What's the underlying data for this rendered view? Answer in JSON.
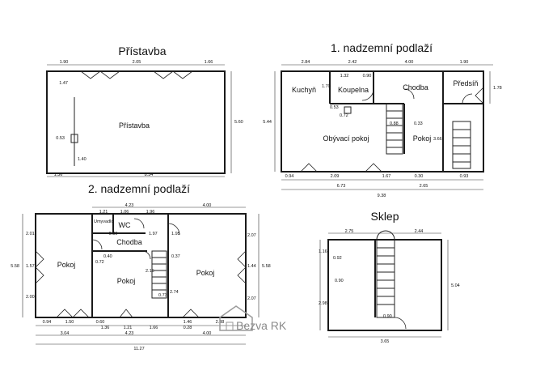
{
  "plans": {
    "pristavba": {
      "title": "Přístavba",
      "rooms": [
        "Přístavba"
      ],
      "dims": [
        "1.90",
        "2.05",
        "1.66",
        "1.47",
        "0.53",
        "1.40",
        "5.60",
        "1.36",
        "8.34"
      ]
    },
    "prvni": {
      "title": "1. nadzemní podlaží",
      "rooms": [
        "Kuchyň",
        "Koupelna",
        "Chodba",
        "Předsíň",
        "Obývací pokoj",
        "Pokoj"
      ],
      "dims": [
        "2.84",
        "2.42",
        "4.00",
        "1.90",
        "1.32",
        "0.90",
        "1.70",
        "1.78",
        "0.53",
        "0.72",
        "0.88",
        "0.33",
        "5.44",
        "3.66",
        "0.94",
        "2.09",
        "1.67",
        "0.30",
        "0.93",
        "6.73",
        "2.65",
        "9.38"
      ]
    },
    "druhe": {
      "title": "2. nadzemní podlaží",
      "rooms": [
        "Umyvadlo",
        "WC",
        "Chodba",
        "Pokoj",
        "Pokoj",
        "Pokoj"
      ],
      "dims": [
        "4.23",
        "1.21",
        "1.06",
        "1.96",
        "4.00",
        "2.01",
        "1.57",
        "2.00",
        "5.58",
        "0.80",
        "1.97",
        "1.95",
        "0.40",
        "0.72",
        "0.37",
        "2.15",
        "0.73",
        "2.74",
        "2.07",
        "1.44",
        "2.07",
        "5.58",
        "0.94",
        "1.50",
        "0.60",
        "1.36",
        "1.21",
        "1.66",
        "1.46",
        "0.28",
        "2.38",
        "3.04",
        "4.23",
        "4.00",
        "11.27"
      ]
    },
    "sklep": {
      "title": "Sklep",
      "dims": [
        "2.75",
        "2.44",
        "1.16",
        "0.92",
        "0.90",
        "2.98",
        "5.04",
        "0.90",
        "3.65"
      ]
    }
  },
  "logo": {
    "text": "Bezva RK",
    "icon": "house-icon"
  }
}
